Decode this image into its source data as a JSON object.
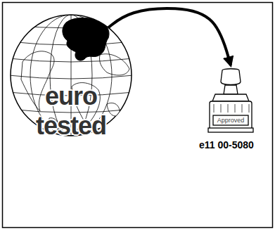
{
  "diagram": {
    "nodes": [
      {
        "text": [
          "euro tested"
        ]
      },
      {
        "text": [
          "Approved"
        ]
      }
    ],
    "edges": [
      {
        "from": 0,
        "to": 1,
        "arrow": "to"
      }
    ],
    "labels": [
      "e11 00-5080"
    ]
  }
}
